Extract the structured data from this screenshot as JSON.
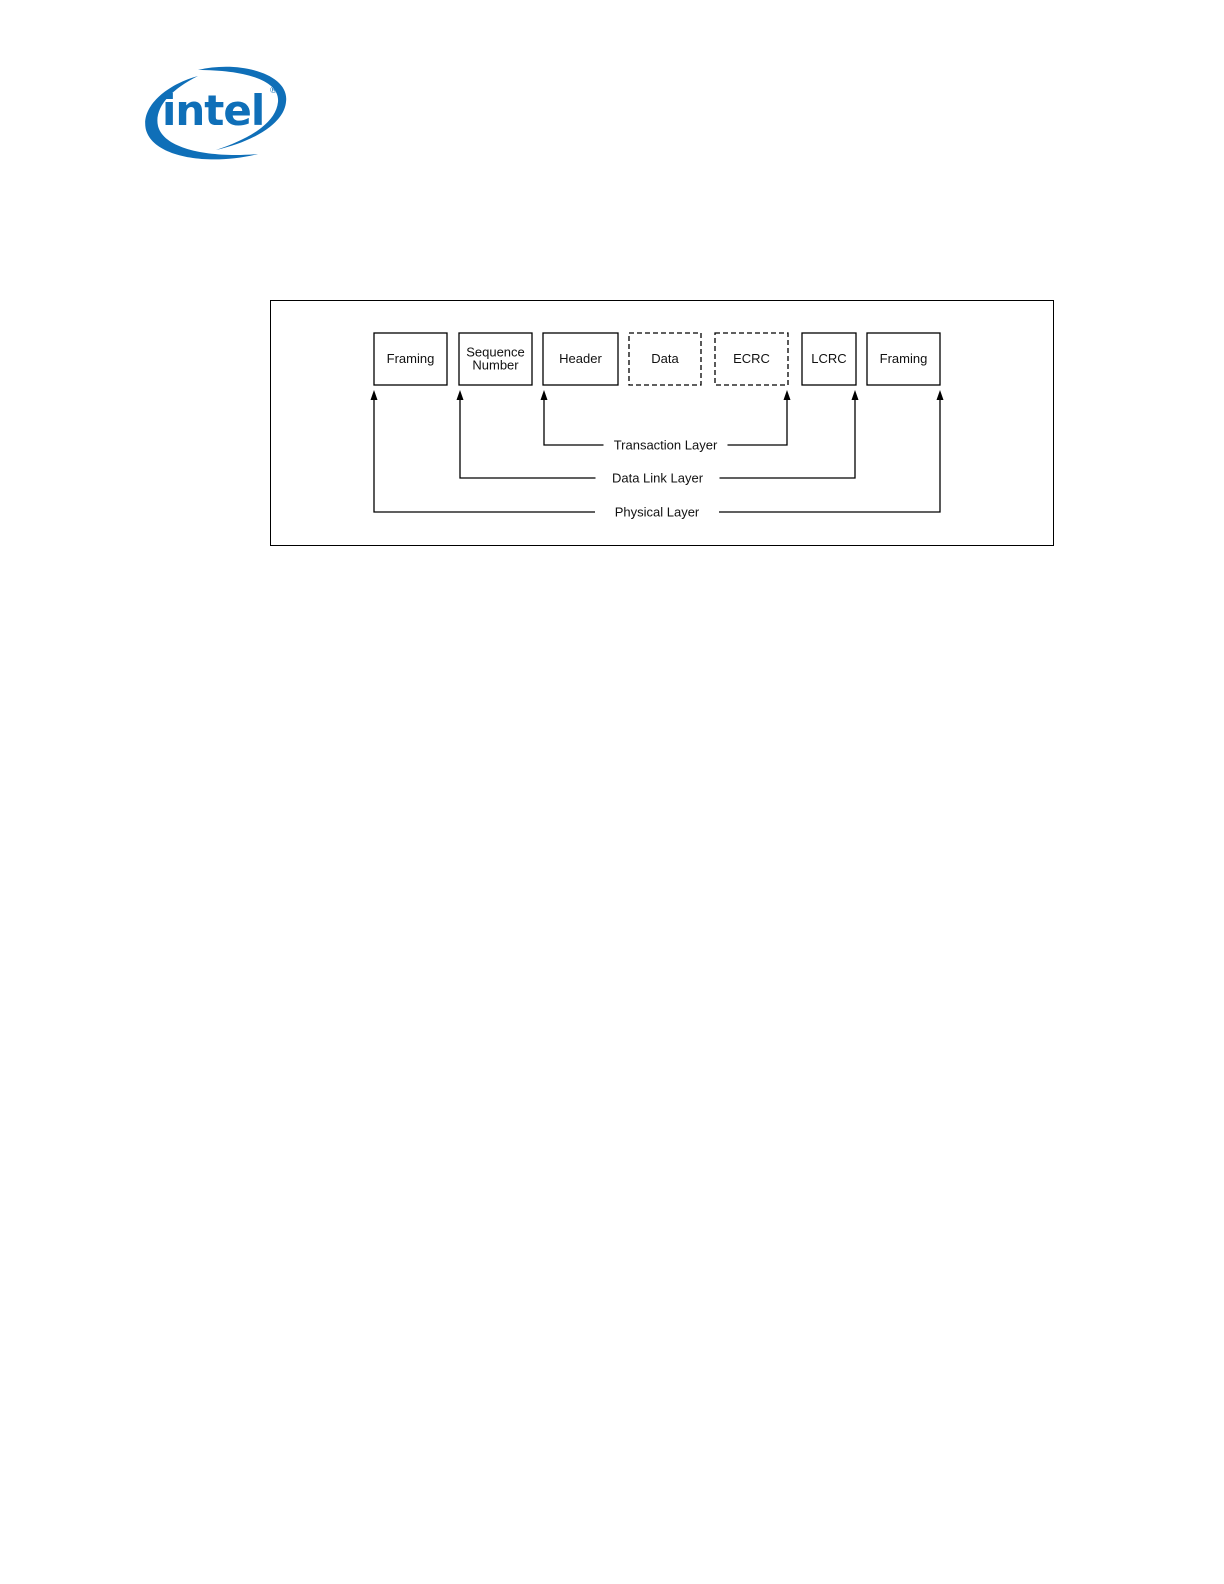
{
  "logo": {
    "text": "intel",
    "registered_mark": "®",
    "color": "#0f6fb8"
  },
  "diagram": {
    "boxes": [
      {
        "label": [
          "Framing"
        ],
        "style": "solid"
      },
      {
        "label": [
          "Sequence",
          "Number"
        ],
        "style": "solid"
      },
      {
        "label": [
          "Header"
        ],
        "style": "solid"
      },
      {
        "label": [
          "Data"
        ],
        "style": "dashed"
      },
      {
        "label": [
          "ECRC"
        ],
        "style": "dashed"
      },
      {
        "label": [
          "LCRC"
        ],
        "style": "solid"
      },
      {
        "label": [
          "Framing"
        ],
        "style": "solid"
      }
    ],
    "layers": [
      {
        "label": "Transaction Layer",
        "from_box": 2,
        "to_box": 4
      },
      {
        "label": "Data Link Layer",
        "from_box": 1,
        "to_box": 5
      },
      {
        "label": "Physical Layer",
        "from_box": 0,
        "to_box": 6
      }
    ],
    "line_color": "#000000"
  }
}
